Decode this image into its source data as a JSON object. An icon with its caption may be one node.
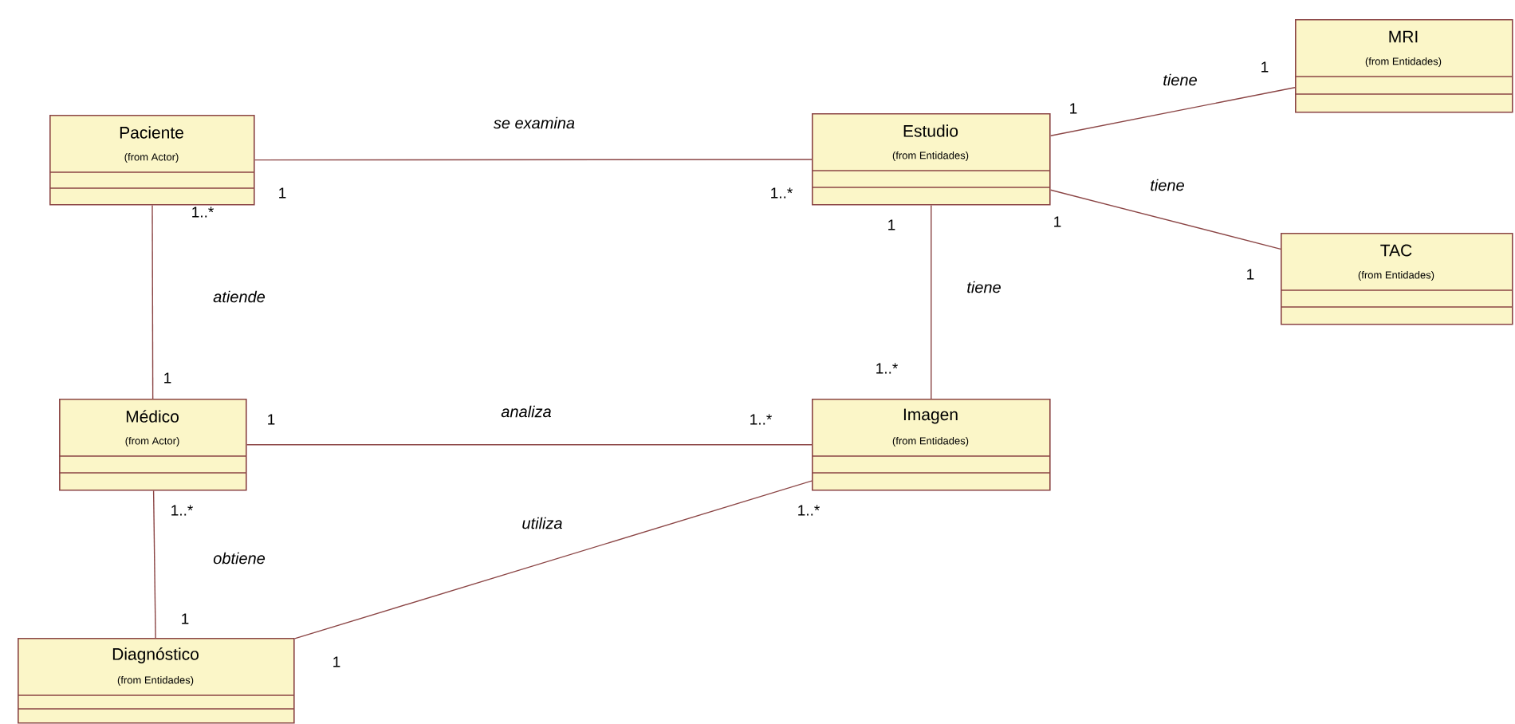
{
  "diagram": {
    "nodes": [
      {
        "text": [
          "Paciente",
          "(from Actor)"
        ]
      },
      {
        "text": [
          "Estudio",
          "(from Entidades)"
        ]
      },
      {
        "text": [
          "MRI",
          "(from Entidades)"
        ]
      },
      {
        "text": [
          "TAC",
          "(from Entidades)"
        ]
      },
      {
        "text": [
          "Médico",
          "(from Actor)"
        ]
      },
      {
        "text": [
          "Imagen",
          "(from Entidades)"
        ]
      },
      {
        "text": [
          "Diagnóstico",
          "(from Entidades)"
        ]
      }
    ],
    "edges": [
      {
        "from": 0,
        "to": 1,
        "arrow": "none",
        "label": "se examina"
      },
      {
        "from": 1,
        "to": 2,
        "arrow": "none",
        "label": "tiene"
      },
      {
        "from": 1,
        "to": 3,
        "arrow": "none",
        "label": "tiene"
      },
      {
        "from": 0,
        "to": 4,
        "arrow": "none",
        "label": "atiende"
      },
      {
        "from": 1,
        "to": 5,
        "arrow": "none",
        "label": "tiene"
      },
      {
        "from": 4,
        "to": 5,
        "arrow": "none",
        "label": "analiza"
      },
      {
        "from": 4,
        "to": 6,
        "arrow": "none",
        "label": "obtiene"
      },
      {
        "from": 6,
        "to": 5,
        "arrow": "none",
        "label": "utiliza"
      }
    ],
    "labels": [
      "1",
      "1",
      "1",
      "1..*",
      "1..*",
      "1",
      "1",
      "1",
      "1..*",
      "1",
      "1",
      "1..*",
      "1..*",
      "1..*",
      "1",
      "1"
    ]
  }
}
